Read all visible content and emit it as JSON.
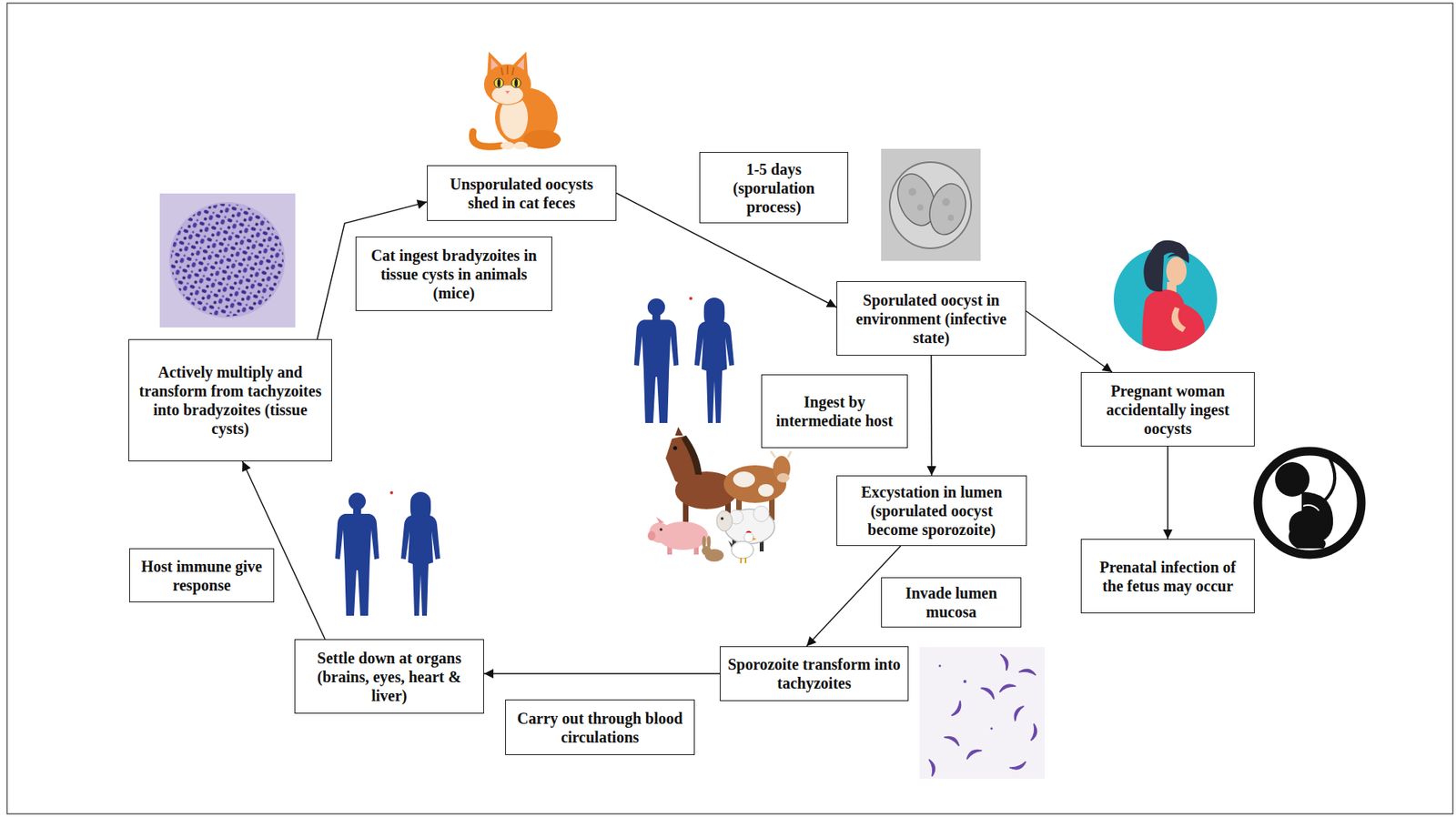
{
  "diagram": {
    "nodes": [
      {
        "text": [
          "Unsporulated oocysts shed in cat feces"
        ]
      },
      {
        "text": [
          "1-5 days (sporulation process)"
        ]
      },
      {
        "text": [
          "Cat ingest bradyzoites in tissue cysts in animals (mice)"
        ]
      },
      {
        "text": [
          "Sporulated oocyst in environment (infective state)"
        ]
      },
      {
        "text": [
          "Actively multiply and transform from tachyzoites into bradyzoites (tissue cysts)"
        ]
      },
      {
        "text": [
          "Ingest by intermediate host"
        ]
      },
      {
        "text": [
          "Pregnant woman accidentally ingest oocysts"
        ]
      },
      {
        "text": [
          "Excystation in lumen (sporulated oocyst become sporozoite)"
        ]
      },
      {
        "text": [
          "Prenatal infection of the fetus may occur"
        ]
      },
      {
        "text": [
          "Host immune give response"
        ]
      },
      {
        "text": [
          "Invade lumen mucosa"
        ]
      },
      {
        "text": [
          "Settle down at organs (brains, eyes, heart & liver)"
        ]
      },
      {
        "text": [
          "Sporozoite transform into tachyzoites"
        ]
      },
      {
        "text": [
          "Carry out through blood circulations"
        ]
      }
    ],
    "edges": [
      {
        "from": 0,
        "to": 3,
        "arrow": "to"
      },
      {
        "from": 3,
        "to": 6,
        "arrow": "to"
      },
      {
        "from": 3,
        "to": 7,
        "arrow": "to"
      },
      {
        "from": 6,
        "to": 8,
        "arrow": "to"
      },
      {
        "from": 7,
        "to": 12,
        "arrow": "to"
      },
      {
        "from": 12,
        "to": 11,
        "arrow": "to"
      },
      {
        "from": 11,
        "to": 4,
        "arrow": "to"
      },
      {
        "from": 4,
        "to": 0,
        "arrow": "to"
      }
    ]
  }
}
